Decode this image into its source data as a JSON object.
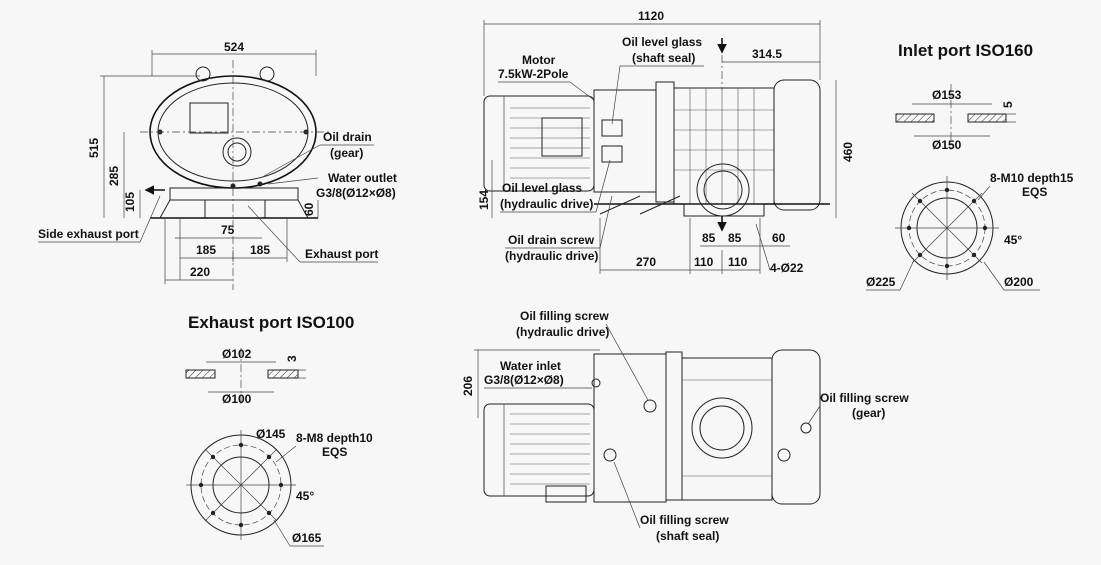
{
  "titles": {
    "inlet": "Inlet port  ISO160",
    "exhaust": "Exhaust port  ISO100"
  },
  "front_view": {
    "dim_width": "524",
    "dim_height_total": "515",
    "dim_285": "285",
    "dim_105": "105",
    "dim_60": "60",
    "dim_75": "75",
    "dim_185_left": "185",
    "dim_185_right": "185",
    "dim_220": "220",
    "oil_drain_1": "Oil drain",
    "oil_drain_2": "(gear)",
    "water_outlet_1": "Water outlet",
    "water_outlet_2": "G3/8(Ø12×Ø8)",
    "side_exhaust": "Side exhaust port",
    "exhaust_port": "Exhaust port"
  },
  "side_view": {
    "dim_1120": "1120",
    "dim_314": "314.5",
    "dim_460": "460",
    "dim_154": "154",
    "dim_85a": "85",
    "dim_85b": "85",
    "dim_60": "60",
    "dim_270": "270",
    "dim_110a": "110",
    "dim_110b": "110",
    "holes": "4-Ø22",
    "motor_1": "Motor",
    "motor_2": "7.5kW-2Pole",
    "olg_shaft_1": "Oil level glass",
    "olg_shaft_2": "(shaft seal)",
    "olg_hyd_1": "Oil level glass",
    "olg_hyd_2": "(hydraulic drive)",
    "ods_1": "Oil drain screw",
    "ods_2": "(hydraulic drive)"
  },
  "inlet_flange": {
    "d153": "Ø153",
    "d150": "Ø150",
    "thk": "5",
    "bolts_1": "8-M10 depth15",
    "bolts_2": "EQS",
    "angle": "45°",
    "d225": "Ø225",
    "d200": "Ø200"
  },
  "exhaust_flange": {
    "d102": "Ø102",
    "d100": "Ø100",
    "thk": "3",
    "d145": "Ø145",
    "bolts_1": "8-M8 depth10",
    "bolts_2": "EQS",
    "angle": "45°",
    "d165": "Ø165"
  },
  "top_view": {
    "dim_206": "206",
    "ofs_hyd_1": "Oil filling screw",
    "ofs_hyd_2": "(hydraulic drive)",
    "water_inlet_1": "Water inlet",
    "water_inlet_2": "G3/8(Ø12×Ø8)",
    "ofs_gear_1": "Oil filling screw",
    "ofs_gear_2": "(gear)",
    "ofs_shaft_1": "Oil filling screw",
    "ofs_shaft_2": "(shaft seal)"
  }
}
